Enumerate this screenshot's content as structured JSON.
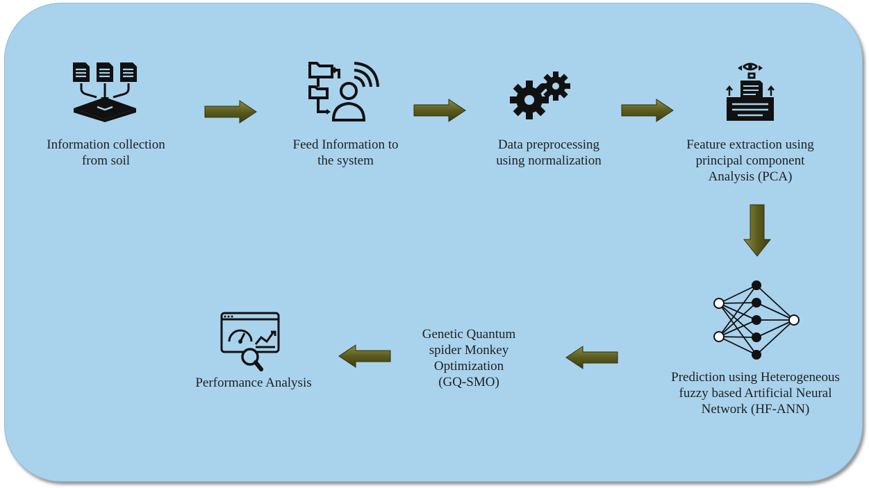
{
  "steps": [
    {
      "id": "collect",
      "label_lines": [
        "Information collection",
        "from soil"
      ],
      "icon": "soil-documents-icon"
    },
    {
      "id": "feed",
      "label_lines": [
        "Feed Information to",
        "the system"
      ],
      "icon": "user-flowchart-wifi-icon"
    },
    {
      "id": "preprocess",
      "label_lines": [
        "Data preprocessing",
        "using normalization"
      ],
      "icon": "gears-icon"
    },
    {
      "id": "feature",
      "label_lines": [
        "Feature extraction using",
        "principal component",
        "Analysis (PCA)"
      ],
      "icon": "document-processing-icon"
    },
    {
      "id": "predict",
      "label_lines": [
        "Prediction using Heterogeneous",
        "fuzzy based Artificial Neural",
        "Network (HF-ANN)"
      ],
      "icon": "neural-network-icon"
    },
    {
      "id": "optimize",
      "label_lines": [
        "Genetic Quantum",
        "spider Monkey",
        "Optimization",
        "(GQ-SMO)"
      ],
      "icon": ""
    },
    {
      "id": "performance",
      "label_lines": [
        "Performance Analysis"
      ],
      "icon": "dashboard-analysis-icon"
    }
  ],
  "colors": {
    "panel": "#a9d3ec",
    "arrow": "#5a5a1c",
    "icon": "#111111",
    "text": "#1f1f1f"
  }
}
